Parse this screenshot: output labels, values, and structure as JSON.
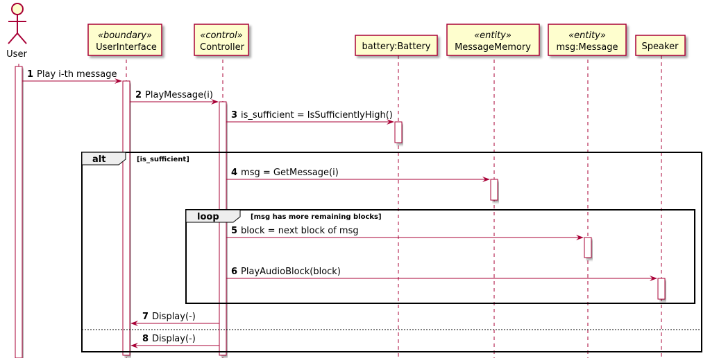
{
  "colors": {
    "participant_fill": "#FEFECE",
    "border": "#A80036",
    "frame": "#000000",
    "frame_tab_fill": "#EEEEEE"
  },
  "actor": {
    "name": "User",
    "icon": "stick-figure-icon"
  },
  "participants": [
    {
      "id": "ui",
      "stereotype": "«boundary»",
      "name": "UserInterface"
    },
    {
      "id": "ctrl",
      "stereotype": "«control»",
      "name": "Controller"
    },
    {
      "id": "battery",
      "stereotype": "",
      "name": "battery:Battery"
    },
    {
      "id": "mem",
      "stereotype": "«entity»",
      "name": "MessageMemory"
    },
    {
      "id": "msg",
      "stereotype": "«entity»",
      "name": "msg:Message"
    },
    {
      "id": "speaker",
      "stereotype": "",
      "name": "Speaker"
    }
  ],
  "messages": [
    {
      "num": "1",
      "text": "Play i-th message",
      "from": "user",
      "to": "ui"
    },
    {
      "num": "2",
      "text": "PlayMessage(i)",
      "from": "ui",
      "to": "ctrl"
    },
    {
      "num": "3",
      "text": "is_sufficient = IsSufficientlyHigh()",
      "from": "ctrl",
      "to": "battery"
    },
    {
      "num": "4",
      "text": "msg = GetMessage(i)",
      "from": "ctrl",
      "to": "mem"
    },
    {
      "num": "5",
      "text": "block = next block of msg",
      "from": "ctrl",
      "to": "msg"
    },
    {
      "num": "6",
      "text": "PlayAudioBlock(block)",
      "from": "ctrl",
      "to": "speaker"
    },
    {
      "num": "7",
      "text": "Display(-)",
      "from": "ctrl",
      "to": "ui"
    },
    {
      "num": "8",
      "text": "Display(-)",
      "from": "ctrl",
      "to": "ui"
    }
  ],
  "fragments": {
    "alt": {
      "keyword": "alt",
      "guard": "[is_sufficient]"
    },
    "loop": {
      "keyword": "loop",
      "guard": "[msg has more remaining blocks]"
    }
  }
}
